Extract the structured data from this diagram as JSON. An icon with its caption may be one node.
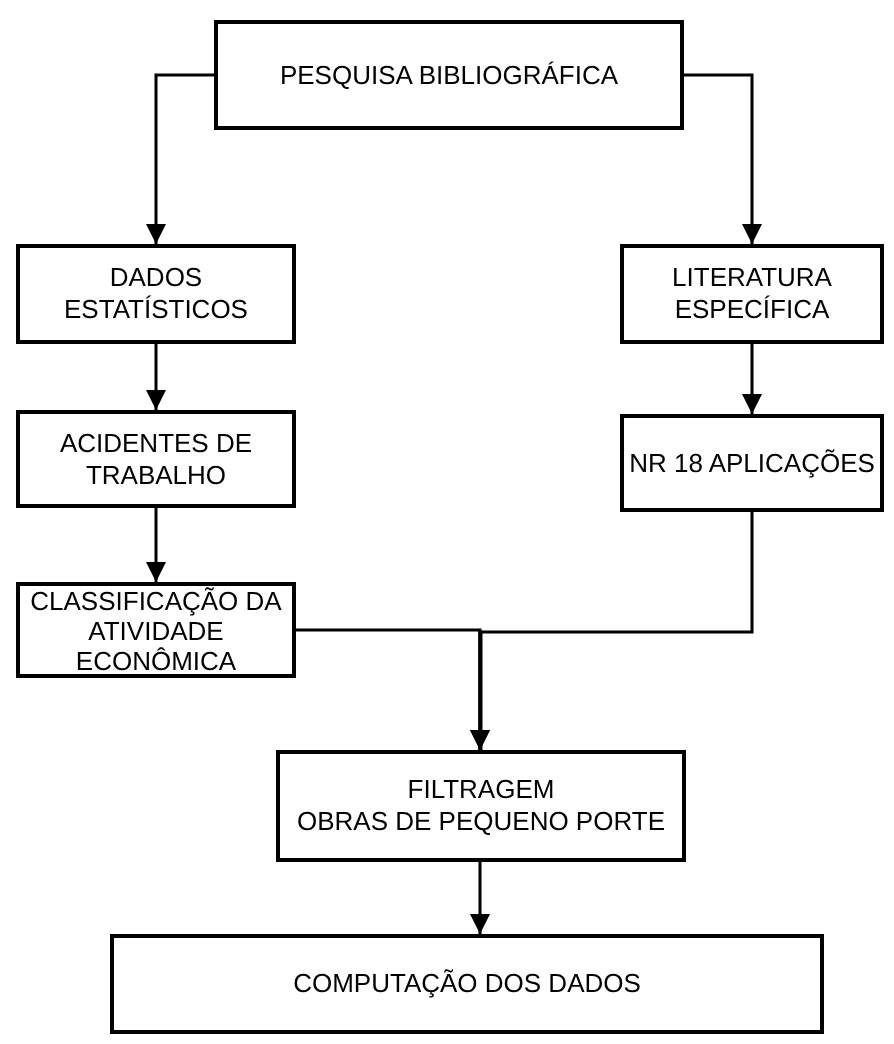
{
  "diagram": {
    "nodes": [
      {
        "text": [
          "PESQUISA BIBLIOGRÁFICA"
        ]
      },
      {
        "text": [
          "DADOS ESTATÍSTICOS"
        ]
      },
      {
        "text": [
          "LITERATURA ESPECÍFICA"
        ]
      },
      {
        "text": [
          "ACIDENTES DE TRABALHO"
        ]
      },
      {
        "text": [
          "NR 18 APLICAÇÕES"
        ]
      },
      {
        "text": [
          "CLASSIFICAÇÃO DA ATIVIDADE ECONÔMICA"
        ]
      },
      {
        "text": [
          "FILTRAGEM",
          "OBRAS DE PEQUENO PORTE"
        ]
      },
      {
        "text": [
          "COMPUTAÇÃO DOS DADOS"
        ]
      }
    ],
    "edges": [
      {
        "from": 0,
        "to": 1,
        "arrow": "to"
      },
      {
        "from": 0,
        "to": 2,
        "arrow": "to"
      },
      {
        "from": 1,
        "to": 3,
        "arrow": "to"
      },
      {
        "from": 2,
        "to": 4,
        "arrow": "to"
      },
      {
        "from": 3,
        "to": 5,
        "arrow": "to"
      },
      {
        "from": 5,
        "to": 6,
        "arrow": "to"
      },
      {
        "from": 4,
        "to": 6,
        "arrow": "to"
      },
      {
        "from": 6,
        "to": 7,
        "arrow": "to"
      }
    ]
  }
}
